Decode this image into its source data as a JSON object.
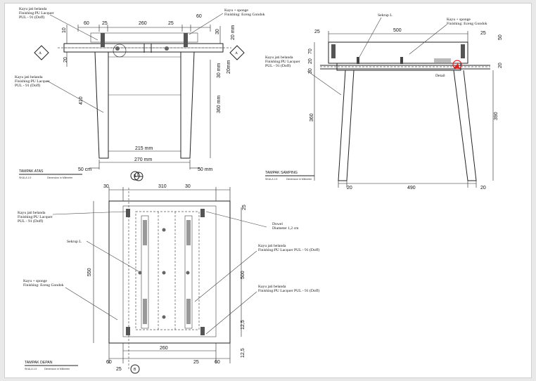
{
  "views": {
    "top": {
      "title": "TAMPAK ATAS",
      "scale": "SKALA 1:5",
      "unit_note": "Dimension in Milimeter",
      "dims": {
        "d60a": "60",
        "d25a": "25",
        "d260": "260",
        "d25b": "25",
        "d60b": "60",
        "d10": "10",
        "d20a": "20",
        "d30a": "30",
        "d20mm": "20 mm",
        "d30mm": "30 mm",
        "d20mm2": "20mm",
        "d360": "360 mm",
        "d410": "410",
        "d215": "215 mm",
        "d270": "270 mm",
        "d50a": "50 cm",
        "d50b": "50 mm"
      },
      "section_mark": "A",
      "bubble": "B",
      "labels": {
        "l1": [
          "Kayu jati belanda",
          "Finishing:PU Lacquer",
          "PUL - 91 (Doff)"
        ],
        "l2": [
          "Kayu + sponge",
          "Finishing: Eceng Gondok"
        ],
        "l3": [
          "Kayu jati belanda",
          "Finishing:PU Lacquer",
          "PUL - 91 (Doff)"
        ]
      }
    },
    "side": {
      "title": "TAMPAK SAMPING",
      "scale": "SKALA 1:5",
      "unit_note": "Dimension in Milimeter",
      "dims": {
        "d25a": "25",
        "d500": "500",
        "d25b": "25",
        "d50": "50",
        "d70": "70",
        "d20a": "20",
        "d30": "30",
        "d20b": "20",
        "d360": "360",
        "d390": "390",
        "d20c": "20",
        "d490": "490",
        "d20d": "20"
      },
      "detail": "Detail",
      "labels": {
        "sekrup": [
          "Sekrup L"
        ],
        "l2": [
          "Kayu + sponge",
          "Finishing: Eceng Gondok"
        ],
        "l1": [
          "Kayu jati belanda",
          "Finishing:PU Lacquer",
          "PUL - 91 (Doff)"
        ]
      }
    },
    "front": {
      "title": "TAMPAK DEPAN",
      "scale": "SKALA 1:5",
      "unit_note": "Dimension in Milimeter",
      "dims": {
        "d30a": "30",
        "d310": "310",
        "d30b": "30",
        "d25a": "25",
        "d550": "550",
        "d500": "500",
        "d12a": "12,5",
        "d12b": "12,5",
        "d260": "260",
        "d60a": "60",
        "d25b": "25",
        "d25c": "25",
        "d60b": "60"
      },
      "bubble_top": "B",
      "bubble_bottom": "B",
      "labels": {
        "l1": [
          "Kayu jati belanda",
          "Finishing:PU Lacquer",
          "PUL - 91 (Doff)"
        ],
        "sekrup": [
          "Sekrup L"
        ],
        "l2": [
          "Kayu + sponge",
          "Finishing: Eceng Gondok"
        ],
        "dowel": [
          "Dowel",
          "Diameter 1,2 cm"
        ],
        "l3": [
          "Kayu jati belanda",
          "Finishing:PU Lacquer PUL - 91 (Doff)"
        ],
        "l4": [
          "Kayu jati belanda",
          "Finishing:PU Lacquer PUL - 91 (Doff)"
        ]
      }
    }
  },
  "colors": {
    "line": "#222222",
    "highlight": "#e02020",
    "paper": "#ffffff",
    "viewer": "#e9e9e9"
  }
}
